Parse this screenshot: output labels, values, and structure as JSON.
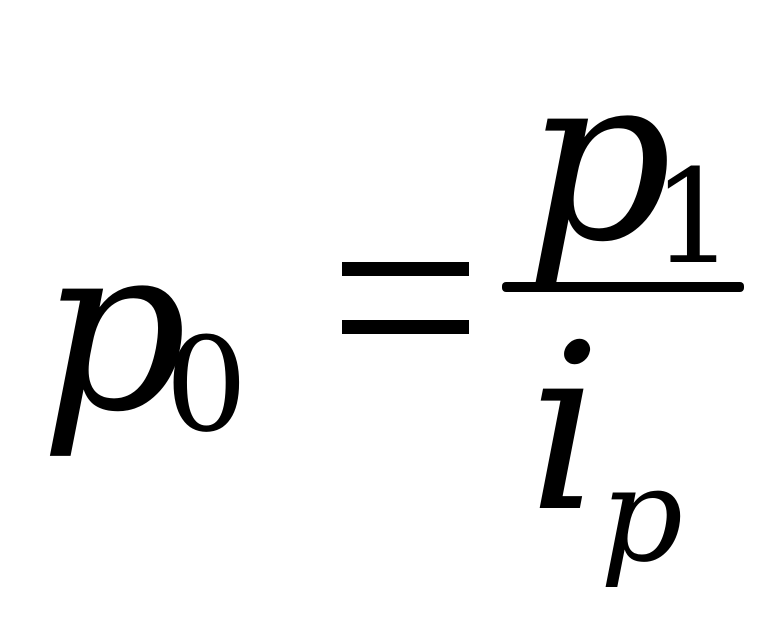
{
  "formula": {
    "lhs": {
      "variable": "p",
      "subscript": "0"
    },
    "relation": "=",
    "numerator": {
      "variable": "p",
      "subscript": "1"
    },
    "denominator": {
      "variable": "i",
      "subscript": "p"
    }
  },
  "colors": {
    "foreground": "#000000",
    "background": "#ffffff"
  }
}
